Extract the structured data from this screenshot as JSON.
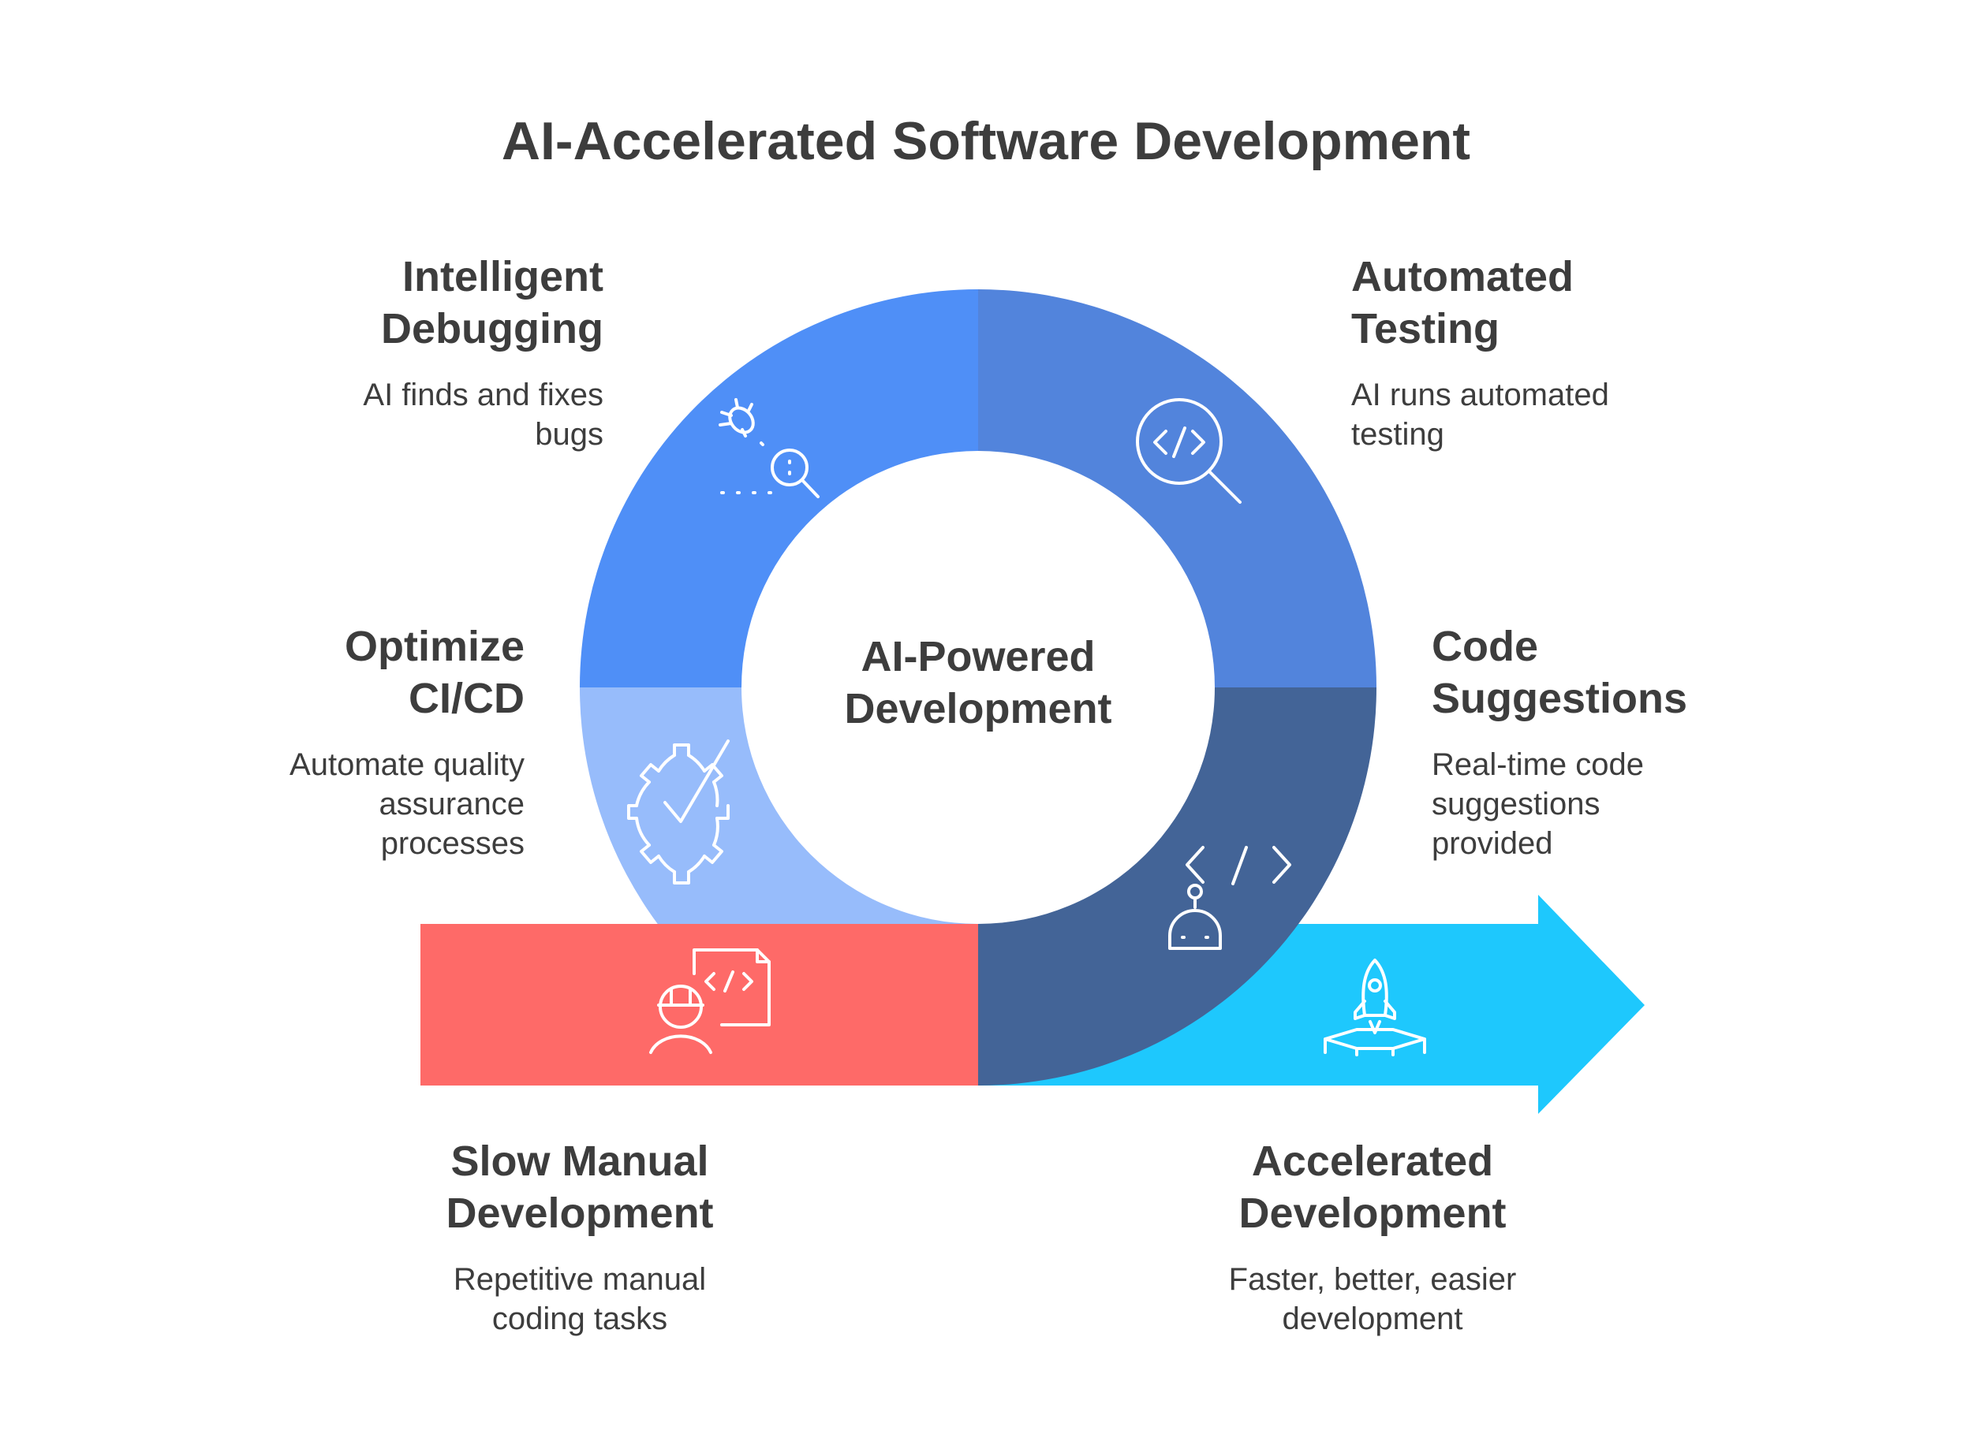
{
  "title": "AI-Accelerated Software Development",
  "center": {
    "line1": "AI-Powered",
    "line2": "Development"
  },
  "segments": {
    "debugging": {
      "head1": "Intelligent",
      "head2": "Debugging",
      "desc1": "AI finds and fixes",
      "desc2": "bugs",
      "icon": "bug-magnifier-icon",
      "color": "#4f8ff7"
    },
    "testing": {
      "head1": "Automated",
      "head2": "Testing",
      "desc1": "AI runs automated",
      "desc2": "testing",
      "icon": "code-magnifier-icon",
      "color": "#5284dc"
    },
    "cicd": {
      "head1": "Optimize",
      "head2": "CI/CD",
      "desc1": "Automate quality",
      "desc2": "assurance",
      "desc3": "processes",
      "icon": "gear-check-icon",
      "color": "#97bcfb"
    },
    "suggestions": {
      "head1": "Code",
      "head2": "Suggestions",
      "desc1": "Real-time code",
      "desc2": "suggestions",
      "desc3": "provided",
      "icon": "robot-code-icon",
      "color": "#436497"
    }
  },
  "slow": {
    "head1": "Slow Manual",
    "head2": "Development",
    "desc1": "Repetitive manual",
    "desc2": "coding tasks",
    "icon": "developer-code-icon",
    "color": "#fe6a68"
  },
  "accelerated": {
    "head1": "Accelerated",
    "head2": "Development",
    "desc1": "Faster, better, easier",
    "desc2": "development",
    "icon": "rocket-launch-icon",
    "color": "#1ec8fd"
  }
}
